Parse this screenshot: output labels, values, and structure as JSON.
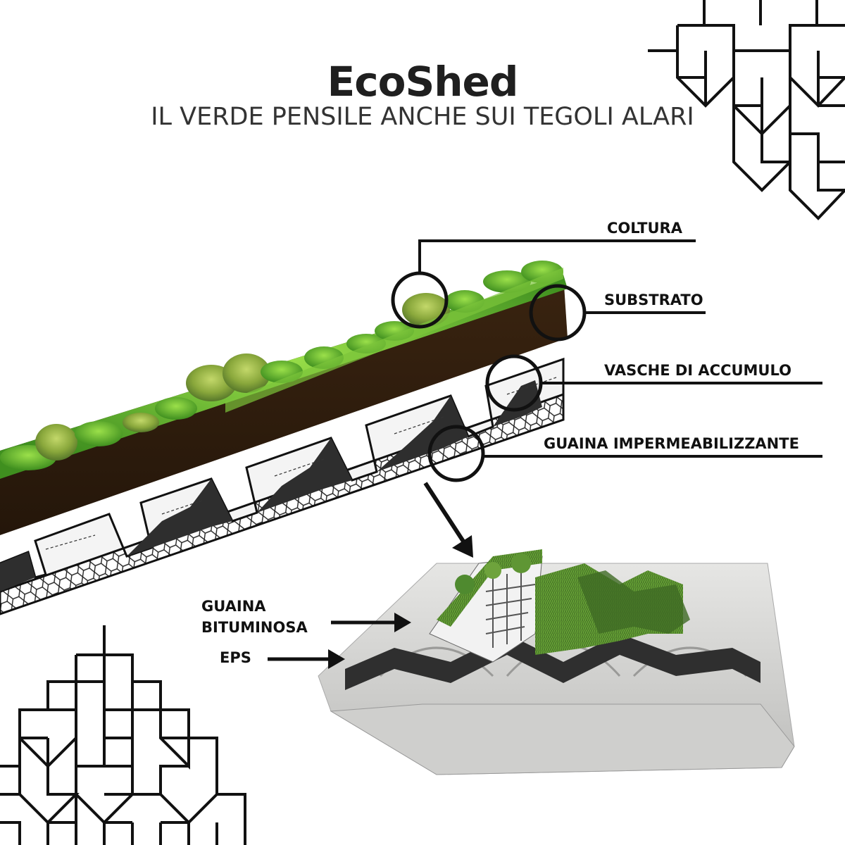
{
  "header": {
    "title": "EcoShed",
    "subtitle": "IL VERDE PENSILE ANCHE SUI TEGOLI ALARI"
  },
  "layers": {
    "coltura": "COLTURA",
    "substrato": "SUBSTRATO",
    "vasche": "VASCHE DI ACCUMULO",
    "guaina_imp": "GUAINA IMPERMEABILIZZANTE"
  },
  "detail": {
    "guaina_bit_line1": "GUAINA",
    "guaina_bit_line2": "BITUMINOSA",
    "eps": "EPS"
  },
  "colors": {
    "soil": "#2e1d0c",
    "grass": "#6fbf2f",
    "membrane": "#3a3a3a",
    "concrete": "#d6d6d4",
    "line": "#111111"
  }
}
